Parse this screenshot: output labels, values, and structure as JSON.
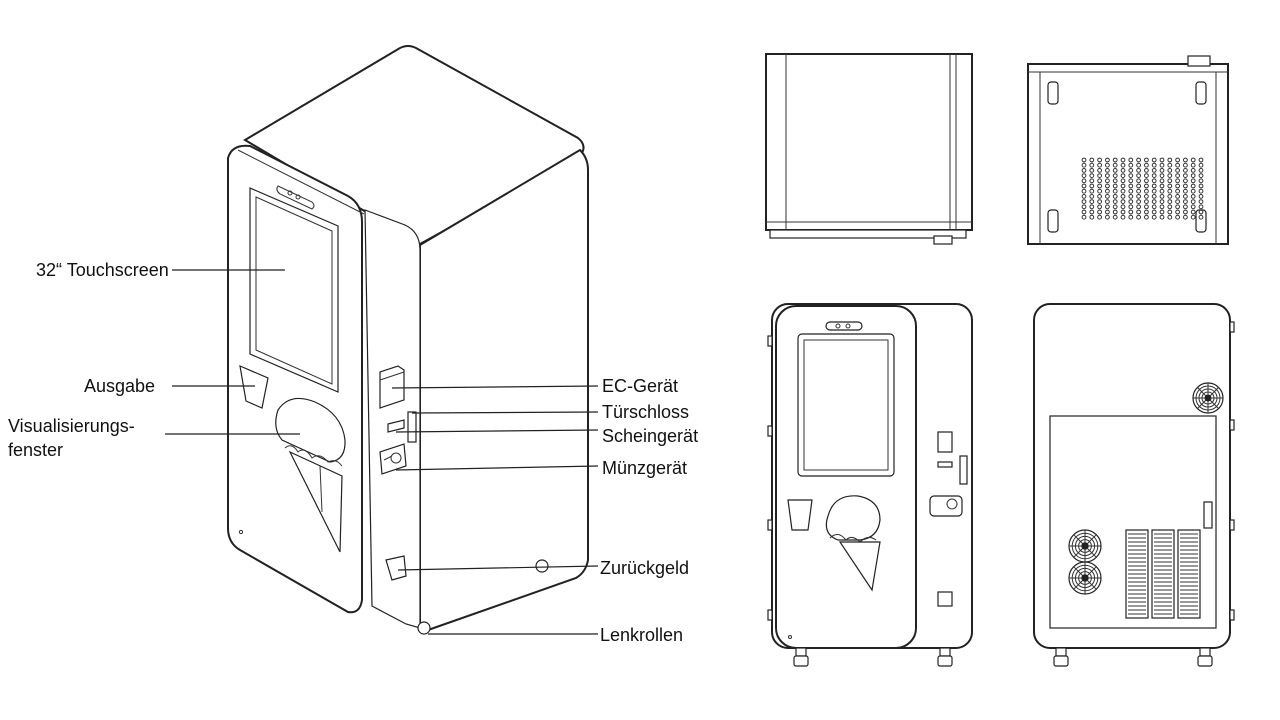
{
  "labels": {
    "touchscreen": "32“ Touchscreen",
    "ausgabe": "Ausgabe",
    "visualisierung_1": "Visualisierungs-",
    "visualisierung_2": "fenster",
    "ec_geraet": "EC-Gerät",
    "tuerschloss": "Türschloss",
    "scheingeraet": "Scheingerät",
    "muenzgeraet": "Münzgerät",
    "zurueckgeld": "Zurückgeld",
    "lenkrollen": "Lenkrollen"
  },
  "views": [
    "isometric",
    "side",
    "top",
    "front",
    "back"
  ],
  "colors": {
    "line": "#222222",
    "background": "#ffffff"
  }
}
